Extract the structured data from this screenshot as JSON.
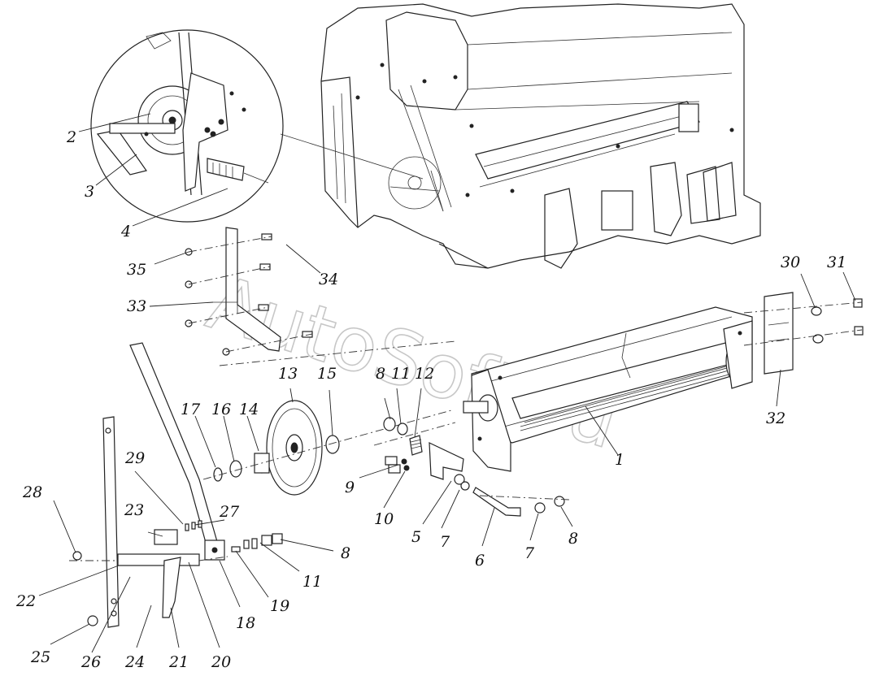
{
  "watermark": "AutoSoft.ru",
  "callouts": {
    "c1": "1",
    "c2": "2",
    "c3": "3",
    "c4": "4",
    "c5": "5",
    "c6": "6",
    "c7a": "7",
    "c7b": "7",
    "c8a": "8",
    "c8b": "8",
    "c8c": "8",
    "c9": "9",
    "c10": "10",
    "c11a": "11",
    "c11b": "11",
    "c12": "12",
    "c13": "13",
    "c14": "14",
    "c15": "15",
    "c16": "16",
    "c17": "17",
    "c18": "18",
    "c19": "19",
    "c20": "20",
    "c21": "21",
    "c22": "22",
    "c23": "23",
    "c24": "24",
    "c25": "25",
    "c26": "26",
    "c27": "27",
    "c28": "28",
    "c29": "29",
    "c30": "30",
    "c31": "31",
    "c32": "32",
    "c33": "33",
    "c34": "34",
    "c35": "35"
  }
}
